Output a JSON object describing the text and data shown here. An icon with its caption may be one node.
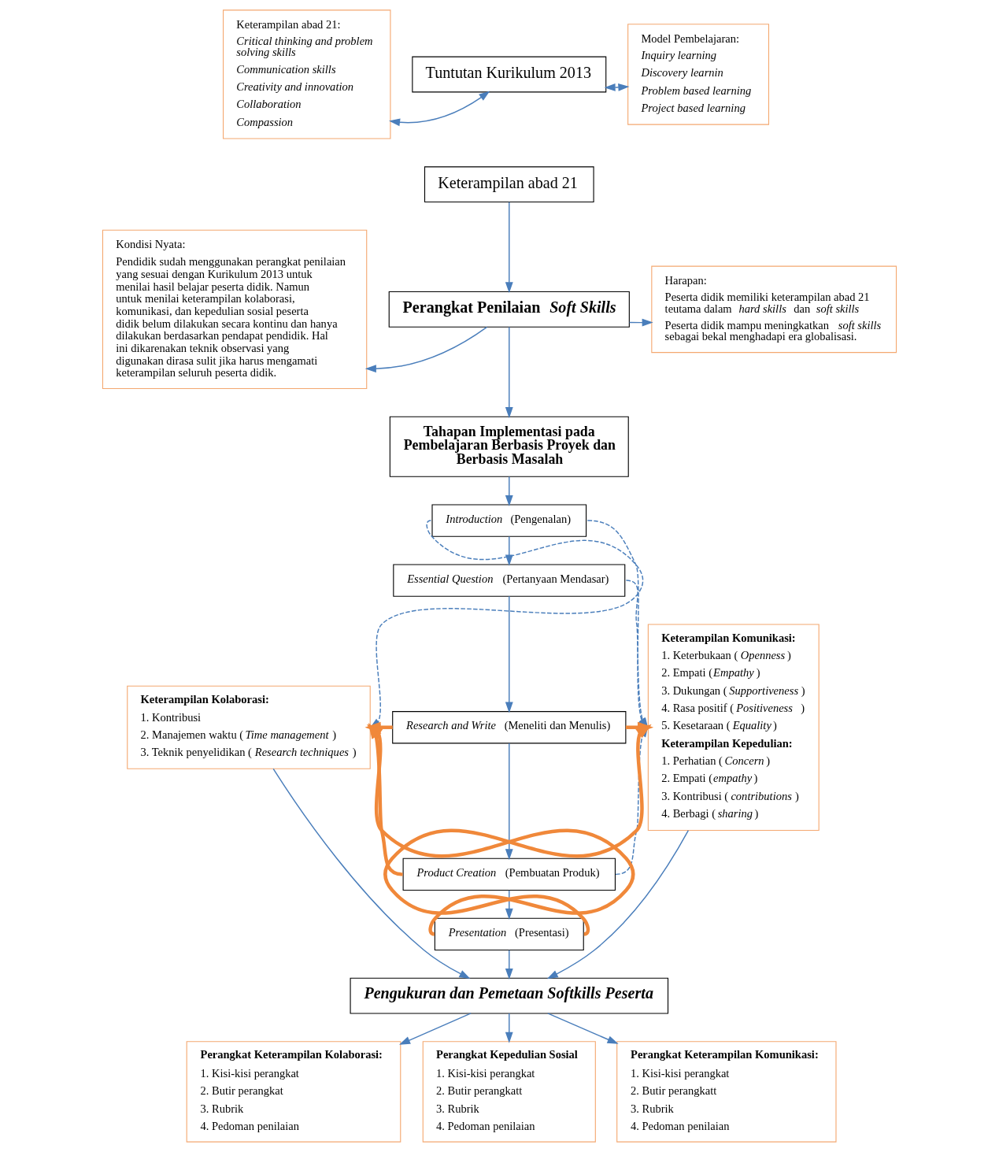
{
  "diagram": {
    "nodes": [
      {
        "text": [
          "Keterampilan abad 21:",
          "*Critical thinking and problem solving skills*",
          "*Communication skills*",
          "*Creativity and innovation*",
          "*Collaboration*",
          "*Compassion*"
        ]
      },
      {
        "text": [
          "Tuntutan Kurikulum 2013"
        ]
      },
      {
        "text": [
          "Model Pembelajaran:",
          "*Inquiry learning*",
          "*Discovery learnin*",
          "*Problem based learning*",
          "*Project based learning*"
        ]
      },
      {
        "text": [
          "Keterampilan abad 21"
        ]
      },
      {
        "text": [
          "Perangkat Penilaian *Soft Skills*"
        ]
      },
      {
        "text": [
          "Kondisi Nyata:",
          "Pendidik sudah menggunakan perangkat penilaian yang sesuai dengan Kurikulum 2013 untuk menilai hasil belajar peserta didik. Namun untuk menilai keterampilan kolaborasi, komunikasi, dan kepedulian sosial peserta didik belum dilakukan secara kontinu dan hanya dilakukan berdasarkan pendapat pendidik. Hal ini dikarenakan teknik observasi yang digunakan dirasa sulit jika harus mengamati keterampilan seluruh peserta didik."
        ]
      },
      {
        "text": [
          "Harapan:",
          "Peserta didik memiliki keterampilan abad 21 teutama dalam *hard skills* dan *soft skills*",
          "Peserta didik mampu meningkatkan *soft skills* sebagai bekal menghadapi era globalisasi."
        ]
      },
      {
        "text": [
          "Tahapan Implementasi pada Pembelajaran Berbasis Proyek dan Berbasis Masalah"
        ]
      },
      {
        "text": [
          "*Introduction* (Pengenalan)"
        ]
      },
      {
        "text": [
          "*Essential Question* (Pertanyaan Mendasar)"
        ]
      },
      {
        "text": [
          "*Research and Write* (Meneliti dan Menulis)"
        ]
      },
      {
        "text": [
          "*Product Creation* (Pembuatan Produk)"
        ]
      },
      {
        "text": [
          "*Presentation* (Presentasi)"
        ]
      },
      {
        "text": [
          "**Keterampilan Komunikasi:**",
          "1. Keterbukaan (*Openness*)",
          "2. Empati (*Empathy*)",
          "3. Dukungan (*Supportiveness*)",
          "4. Rasa positif (*Positiveness* )",
          "5. Kesetaraan (*Equality*)",
          "**Keterampilan Kepedulian:**",
          "1. Perhatian (*Concern*)",
          "2. Empati (*empathy*)",
          "3. Kontribusi (*contributions*)",
          "4. Berbagi (*sharing*)"
        ]
      },
      {
        "text": [
          "**Keterampilan Kolaborasi:**",
          "1. Kontribusi",
          "2. Manajemen waktu (*Time management*)",
          "3. Teknik penyelidikan (*Research techniques*)"
        ]
      },
      {
        "text": [
          "Pengukuran dan Pemetaan Softkills Peserta"
        ]
      },
      {
        "text": [
          "**Perangkat Keterampilan Kolaborasi:**",
          "1. Kisi-kisi perangkat",
          "2. Butir perangkat",
          "3. Rubrik",
          "4. Pedoman penilaian"
        ]
      },
      {
        "text": [
          "**Perangkat Kepedulian Sosial**",
          "1. Kisi-kisi perangkat",
          "2. Butir perangkatt",
          "3. Rubrik",
          "4. Pedoman penilaian"
        ]
      },
      {
        "text": [
          "**Perangkat Keterampilan Komunikasi:**",
          "1. Kisi-kisi perangkat",
          "2. Butir perangkatt",
          "3. Rubrik",
          "4. Pedoman penilaian"
        ]
      }
    ],
    "edges": [
      {
        "from": 0,
        "to": 1,
        "arrow": "both"
      },
      {
        "from": 1,
        "to": 2,
        "arrow": "both"
      },
      {
        "from": 3,
        "to": 4,
        "arrow": "to"
      },
      {
        "from": 4,
        "to": 5,
        "arrow": "to"
      },
      {
        "from": 4,
        "to": 6,
        "arrow": "to"
      },
      {
        "from": 4,
        "to": 7,
        "arrow": "to"
      },
      {
        "from": 7,
        "to": 8,
        "arrow": "to"
      },
      {
        "from": 8,
        "to": 9,
        "arrow": "to"
      },
      {
        "from": 9,
        "to": 10,
        "arrow": "to"
      },
      {
        "from": 10,
        "to": 11,
        "arrow": "to"
      },
      {
        "from": 11,
        "to": 12,
        "arrow": "to"
      },
      {
        "from": 8,
        "to": 14,
        "arrow": "to",
        "style": "dashed"
      },
      {
        "from": 8,
        "to": 13,
        "arrow": "to",
        "style": "dashed"
      },
      {
        "from": 9,
        "to": 13,
        "arrow": "to",
        "style": "dashed"
      },
      {
        "from": 10,
        "to": 14,
        "arrow": "to",
        "style": "thick",
        "color": "#f0883a"
      },
      {
        "from": 10,
        "to": 13,
        "arrow": "to",
        "style": "thick",
        "color": "#f0883a"
      },
      {
        "from": 11,
        "to": 14,
        "arrow": "to",
        "style": "thick",
        "color": "#f0883a"
      },
      {
        "from": 11,
        "to": 13,
        "arrow": "to",
        "style": "dashed"
      },
      {
        "from": 12,
        "to": 14,
        "arrow": "to",
        "style": "thick",
        "color": "#f0883a"
      },
      {
        "from": 12,
        "to": 13,
        "arrow": "to",
        "style": "thick",
        "color": "#f0883a"
      },
      {
        "from": 14,
        "to": 15,
        "arrow": "to"
      },
      {
        "from": 12,
        "to": 15,
        "arrow": "to"
      },
      {
        "from": 13,
        "to": 15,
        "arrow": "to"
      },
      {
        "from": 15,
        "to": 16,
        "arrow": "to"
      },
      {
        "from": 15,
        "to": 17,
        "arrow": "to"
      },
      {
        "from": 15,
        "to": 18,
        "arrow": "to"
      }
    ]
  }
}
